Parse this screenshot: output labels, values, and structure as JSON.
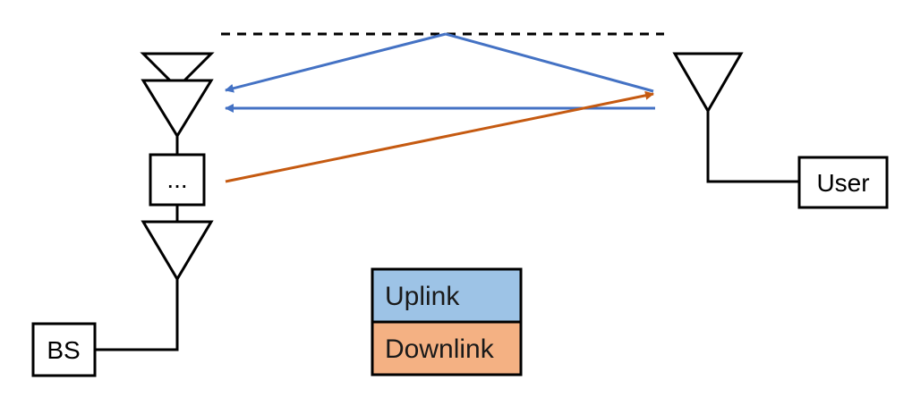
{
  "nodes": {
    "bs_label": "BS",
    "user_label": "User",
    "repeater_label": "..."
  },
  "legend": {
    "uplink_label": "Uplink",
    "downlink_label": "Downlink"
  },
  "colors": {
    "uplink_line": "#4472c4",
    "downlink_line": "#c55a11",
    "uplink_fill": "#9dc3e6",
    "downlink_fill": "#f4b183"
  }
}
